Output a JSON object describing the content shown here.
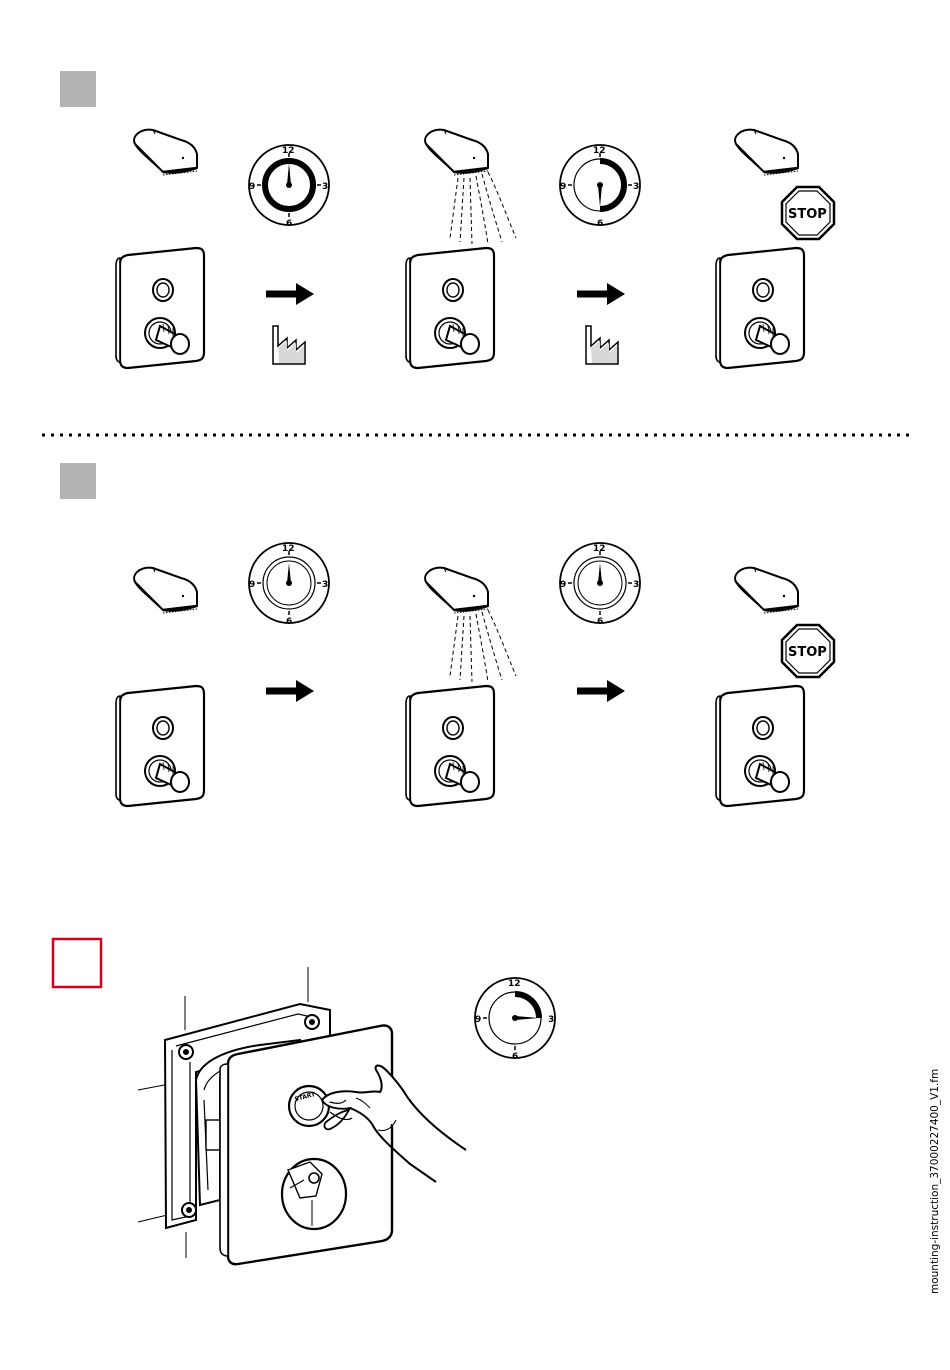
{
  "clock": {
    "n12": "12",
    "n3": "3",
    "n6": "6",
    "n9": "9"
  },
  "stop_sign": {
    "text": "STOP"
  },
  "start_button": {
    "text": "START"
  },
  "footer": {
    "file_name": "mounting-instruction_37000227400_V1.fm"
  },
  "colors": {
    "step_box_gray": "#b4b4b4",
    "step_box_red": "#d6001c",
    "ink": "#000000"
  },
  "icons": [
    "shower-head-icon",
    "timer-clock-icon",
    "control-panel-icon",
    "arrow-right-icon",
    "factory-icon",
    "stop-sign-icon",
    "hand-icon"
  ]
}
